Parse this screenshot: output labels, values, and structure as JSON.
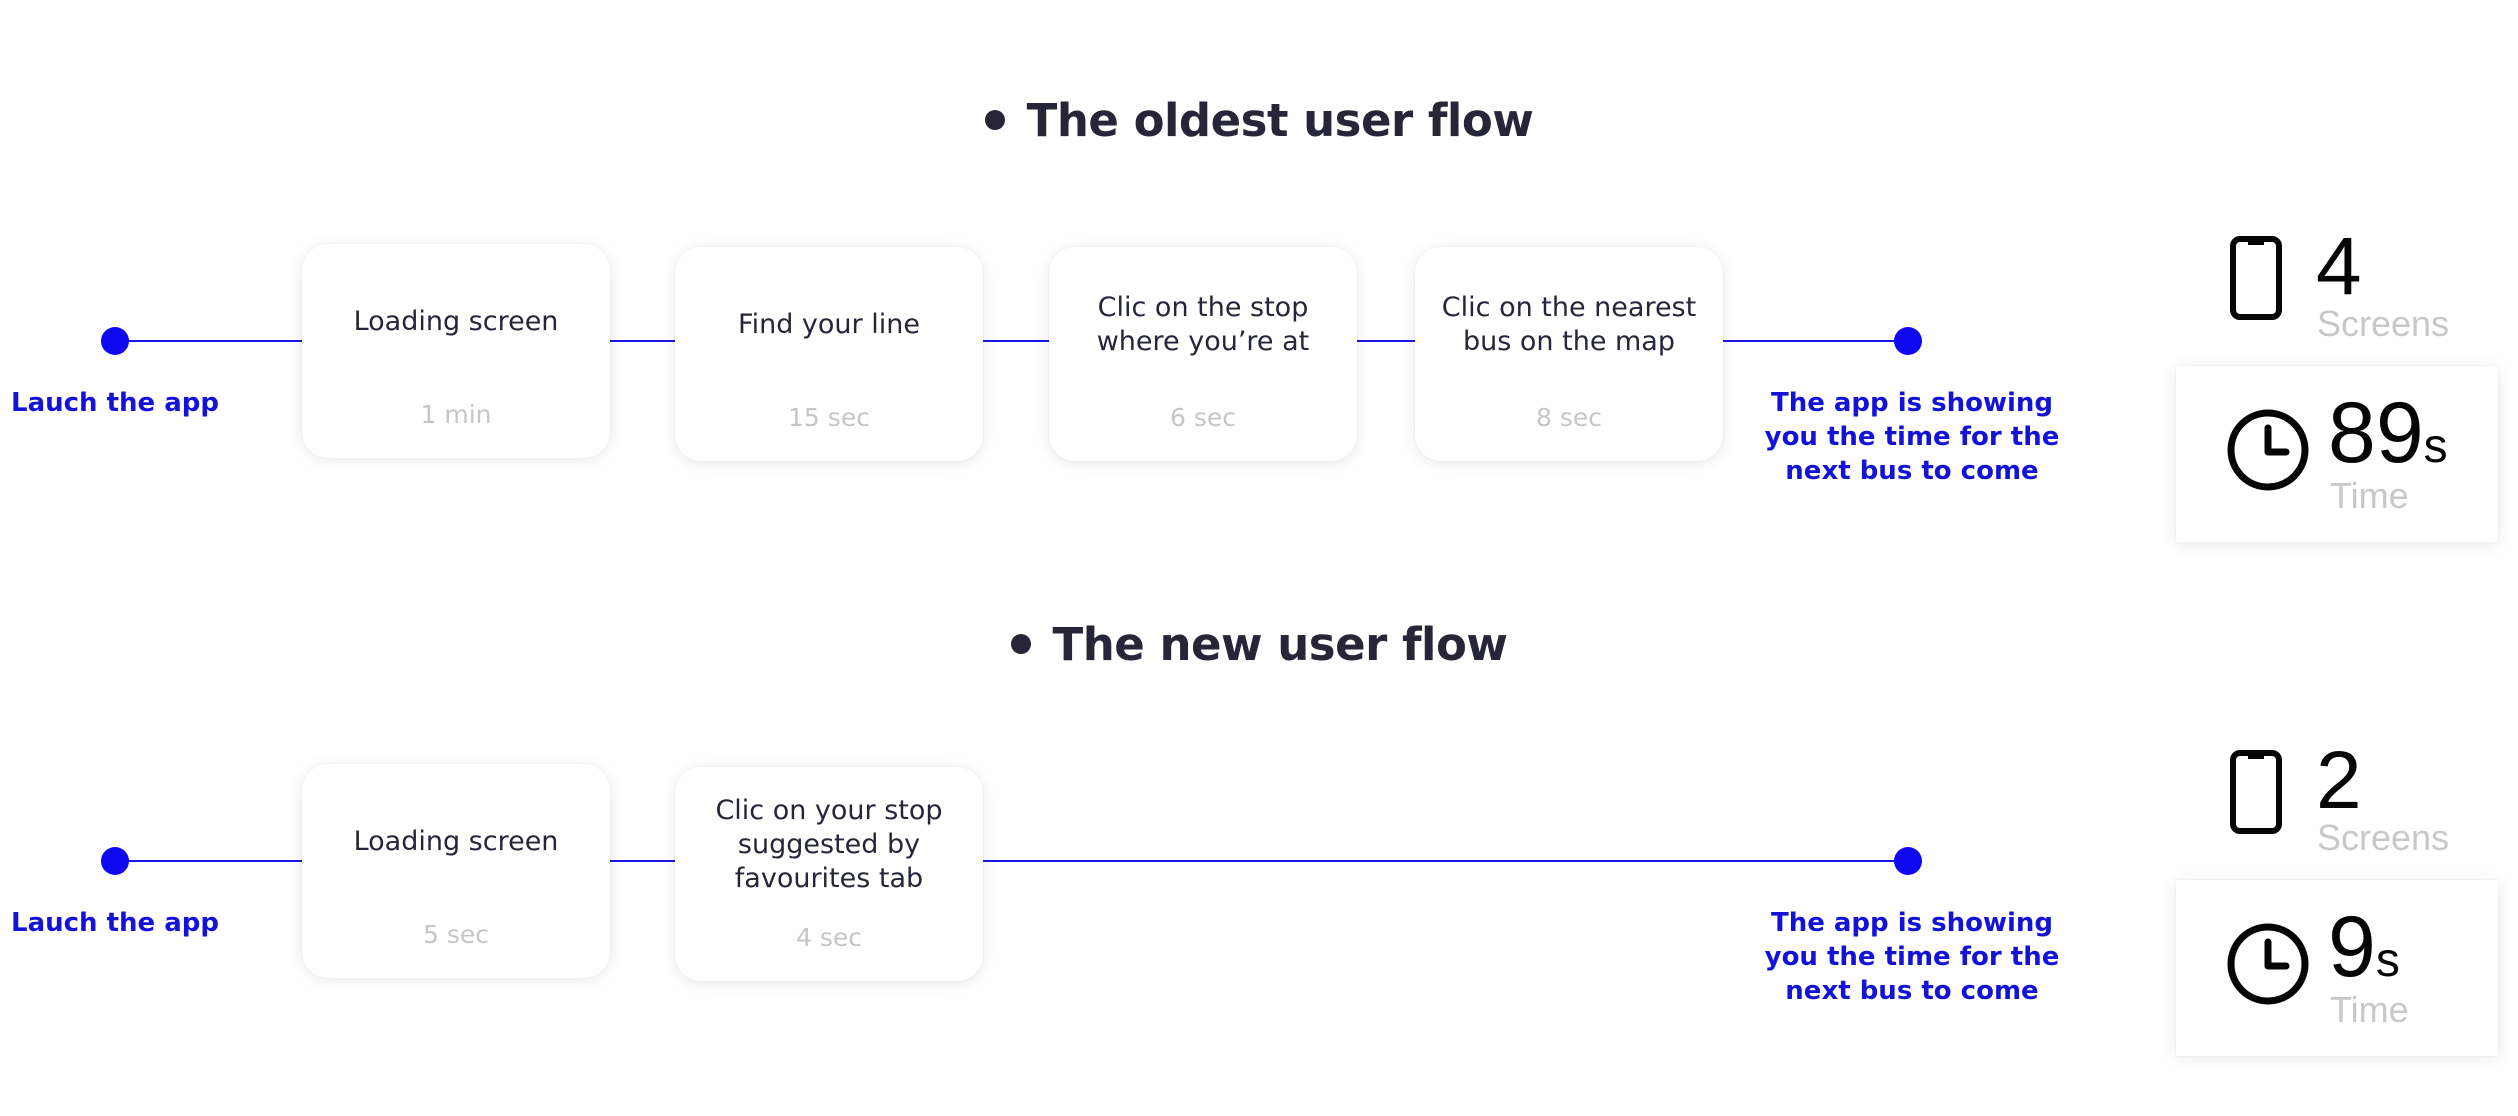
{
  "flows": [
    {
      "title": "The oldest user flow",
      "start_label": "Lauch the app",
      "end_label": "The app is showing you the time for the next bus to come",
      "steps": [
        {
          "label": "Loading screen",
          "time": "1 min"
        },
        {
          "label": "Find your line",
          "time": "15 sec"
        },
        {
          "label": "Clic on the stop where you’re at",
          "time": "6 sec"
        },
        {
          "label": "Clic on the nearest bus on the map",
          "time": "8 sec"
        }
      ],
      "stats": {
        "screens_value": "4",
        "screens_caption": "Screens",
        "time_value": "89",
        "time_unit": "s",
        "time_caption": "Time"
      }
    },
    {
      "title": "The new user flow",
      "start_label": "Lauch the app",
      "end_label": "The app is showing you the time for the next bus to come",
      "steps": [
        {
          "label": "Loading screen",
          "time": "5 sec"
        },
        {
          "label": "Clic on your stop suggested by favourites tab",
          "time": "4 sec"
        }
      ],
      "stats": {
        "screens_value": "2",
        "screens_caption": "Screens",
        "time_value": "9",
        "time_unit": "s",
        "time_caption": "Time"
      }
    }
  ],
  "icons": {
    "bullet": "dot-icon",
    "screens": "phone-icon",
    "time": "clock-icon"
  },
  "colors": {
    "accent": "#0f07f0",
    "title": "#262638",
    "muted": "#c6c6c6"
  }
}
